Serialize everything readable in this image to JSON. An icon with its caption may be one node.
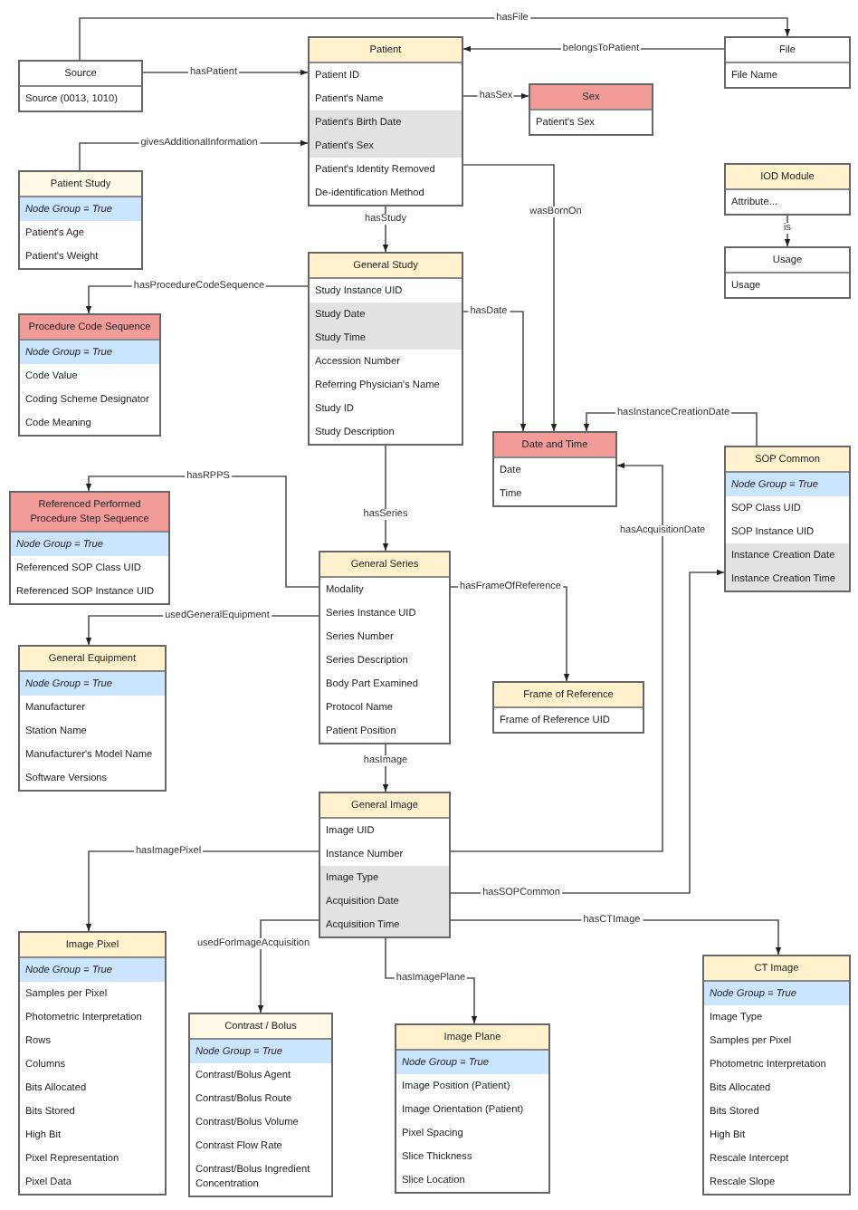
{
  "diagram": {
    "nodes": [
      {
        "text": [
          "Source",
          "Source (0013, 1010)"
        ]
      },
      {
        "text": [
          "Patient",
          "Patient ID",
          "Patient's Name",
          "Patient's Birth Date",
          "Patient's Sex",
          "Patient's Identity Removed",
          "De-identification Method"
        ]
      },
      {
        "text": [
          "File",
          "File Name"
        ]
      },
      {
        "text": [
          "Sex",
          "Patient's Sex"
        ]
      },
      {
        "text": [
          "Patient Study",
          "Node Group = True",
          "Patient's Age",
          "Patient's Weight"
        ]
      },
      {
        "text": [
          "IOD Module",
          "Attribute..."
        ]
      },
      {
        "text": [
          "Usage",
          "Usage"
        ]
      },
      {
        "text": [
          "General Study",
          "Study Instance UID",
          "Study Date",
          "Study Time",
          "Accession Number",
          "Referring Physician's Name",
          "Study ID",
          "Study Description"
        ]
      },
      {
        "text": [
          "Procedure Code Sequence",
          "Node Group = True",
          "Code Value",
          "Coding Scheme Designator",
          "Code Meaning"
        ]
      },
      {
        "text": [
          "Date and Time",
          "Date",
          "Time"
        ]
      },
      {
        "text": [
          "SOP Common",
          "Node Group = True",
          "SOP Class UID",
          "SOP Instance UID",
          "Instance Creation Date",
          "Instance Creation Time"
        ]
      },
      {
        "text": [
          "Referenced Performed Procedure Step Sequence",
          "Node Group = True",
          "Referenced SOP Class UID",
          "Referenced SOP Instance UID"
        ]
      },
      {
        "text": [
          "General Series",
          "Modality",
          "Series Instance UID",
          "Series Number",
          "Series Description",
          "Body Part Examined",
          "Protocol Name",
          "Patient Position"
        ]
      },
      {
        "text": [
          "General Equipment",
          "Node Group = True",
          "Manufacturer",
          "Station Name",
          "Manufacturer's Model Name",
          "Software Versions"
        ]
      },
      {
        "text": [
          "Frame of Reference",
          "Frame of Reference UID"
        ]
      },
      {
        "text": [
          "General Image",
          "Image UID",
          "Instance Number",
          "Image Type",
          "Acquisition Date",
          "Acquisition Time"
        ]
      },
      {
        "text": [
          "Image Pixel",
          "Node Group = True",
          "Samples per Pixel",
          "Photometric Interpretation",
          "Rows",
          "Columns",
          "Bits Allocated",
          "Bits Stored",
          "High Bit",
          "Pixel Representation",
          "Pixel Data"
        ]
      },
      {
        "text": [
          "Contrast / Bolus",
          "Node Group = True",
          "Contrast/Bolus Agent",
          "Contrast/Bolus Route",
          "Contrast/Bolus Volume",
          "Contrast Flow Rate",
          "Contrast/Bolus Ingredient Concentration"
        ]
      },
      {
        "text": [
          "Image Plane",
          "Node Group = True",
          "Image Position (Patient)",
          "Image Orientation (Patient)",
          "Pixel Spacing",
          "Slice Thickness",
          "Slice Location"
        ]
      },
      {
        "text": [
          "CT Image",
          "Node Group = True",
          "Image Type",
          "Samples per Pixel",
          "Photometric Interpretation",
          "Bits Allocated",
          "Bits Stored",
          "High Bit",
          "Rescale Intercept",
          "Rescale Slope"
        ]
      }
    ],
    "edges": [
      {
        "from": 0,
        "to": 2,
        "arrow": "to",
        "label": "hasFile"
      },
      {
        "from": 2,
        "to": 1,
        "arrow": "to",
        "label": "belongsToPatient"
      },
      {
        "from": 0,
        "to": 1,
        "arrow": "to",
        "label": "hasPatient"
      },
      {
        "from": 1,
        "to": 3,
        "arrow": "to",
        "label": "hasSex"
      },
      {
        "from": 4,
        "to": 1,
        "arrow": "to",
        "label": "givesAdditionalInformation"
      },
      {
        "from": 1,
        "to": 7,
        "arrow": "to",
        "label": "hasStudy"
      },
      {
        "from": 1,
        "to": 9,
        "arrow": "to",
        "label": "wasBornOn"
      },
      {
        "from": 5,
        "to": 6,
        "arrow": "to",
        "label": "is"
      },
      {
        "from": 7,
        "to": 8,
        "arrow": "to",
        "label": "hasProcedureCodeSequence"
      },
      {
        "from": 7,
        "to": 9,
        "arrow": "to",
        "label": "hasDate"
      },
      {
        "from": 10,
        "to": 9,
        "arrow": "to",
        "label": "hasInstanceCreationDate"
      },
      {
        "from": 7,
        "to": 12,
        "arrow": "to",
        "label": "hasSeries"
      },
      {
        "from": 12,
        "to": 11,
        "arrow": "to",
        "label": "hasRPPS"
      },
      {
        "from": 12,
        "to": 14,
        "arrow": "to",
        "label": "hasFrameOfReference"
      },
      {
        "from": 12,
        "to": 13,
        "arrow": "to",
        "label": "usedGeneralEquipment"
      },
      {
        "from": 12,
        "to": 15,
        "arrow": "to",
        "label": "hasImage"
      },
      {
        "from": 15,
        "to": 9,
        "arrow": "to",
        "label": "hasAcquisitionDate"
      },
      {
        "from": 15,
        "to": 10,
        "arrow": "to",
        "label": "hasSOPCommon"
      },
      {
        "from": 15,
        "to": 16,
        "arrow": "to",
        "label": "hasImagePixel"
      },
      {
        "from": 15,
        "to": 19,
        "arrow": "to",
        "label": "hasCTImage"
      },
      {
        "from": 15,
        "to": 17,
        "arrow": "to",
        "label": "usedForImageAcquisition"
      },
      {
        "from": 15,
        "to": 18,
        "arrow": "to",
        "label": "hasImagePlane"
      }
    ]
  }
}
